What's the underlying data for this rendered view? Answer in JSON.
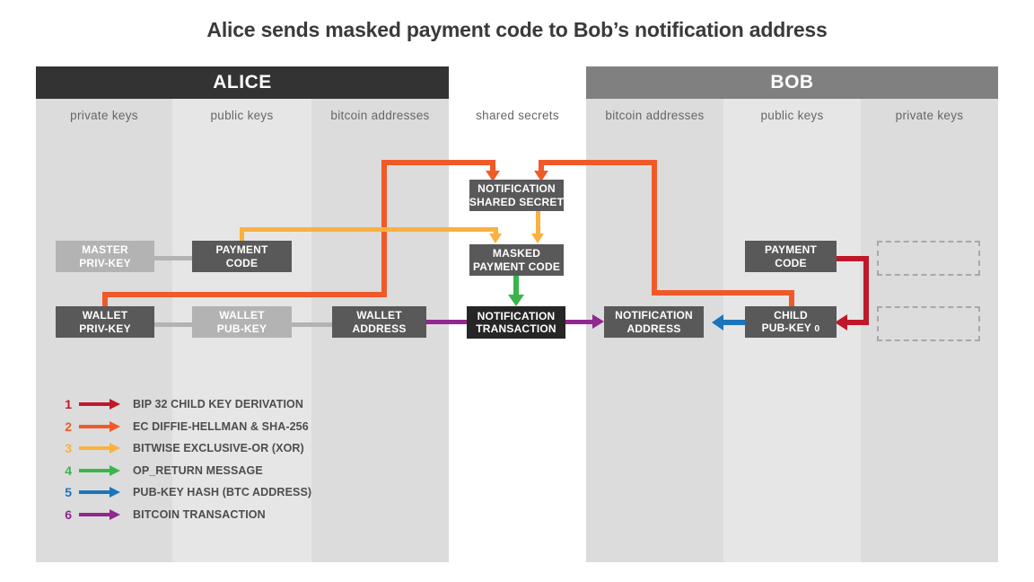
{
  "title": "Alice sends masked payment code to Bob’s notification address",
  "parties": [
    {
      "name": "ALICE",
      "color": "#333333"
    },
    {
      "name": "BOB",
      "color": "#808080"
    }
  ],
  "columns": [
    {
      "label": "private keys",
      "owner": "alice",
      "shade": "#dcdcdc"
    },
    {
      "label": "public keys",
      "owner": "alice",
      "shade": "#e6e6e6"
    },
    {
      "label": "bitcoin addresses",
      "owner": "alice",
      "shade": "#dcdcdc"
    },
    {
      "label": "shared secrets",
      "owner": "shared",
      "shade": "#ffffff"
    },
    {
      "label": "bitcoin addresses",
      "owner": "bob",
      "shade": "#dcdcdc"
    },
    {
      "label": "public keys",
      "owner": "bob",
      "shade": "#e6e6e6"
    },
    {
      "label": "private keys",
      "owner": "bob",
      "shade": "#dcdcdc"
    }
  ],
  "nodes": {
    "master_priv_key": {
      "line1": "MASTER",
      "line2": "PRIV-KEY",
      "style": "pale"
    },
    "payment_code_alice": {
      "line1": "PAYMENT",
      "line2": "CODE",
      "style": "dark"
    },
    "wallet_priv_key": {
      "line1": "WALLET",
      "line2": "PRIV-KEY",
      "style": "dark"
    },
    "wallet_pub_key": {
      "line1": "WALLET",
      "line2": "PUB-KEY",
      "style": "pale"
    },
    "wallet_address": {
      "line1": "WALLET",
      "line2": "ADDRESS",
      "style": "dark"
    },
    "notification_shared_secret": {
      "line1": "NOTIFICATION",
      "line2": "SHARED SECRET",
      "style": "dark"
    },
    "masked_payment_code": {
      "line1": "MASKED",
      "line2": "PAYMENT CODE",
      "style": "dark"
    },
    "notification_transaction": {
      "line1": "NOTIFICATION",
      "line2": "TRANSACTION",
      "style": "black"
    },
    "notification_address": {
      "line1": "NOTIFICATION",
      "line2": "ADDRESS",
      "style": "dark"
    },
    "payment_code_bob": {
      "line1": "PAYMENT",
      "line2": "CODE",
      "style": "dark"
    },
    "child_pub_key_0": {
      "line1": "CHILD",
      "line2": "PUB-KEY",
      "index": "0",
      "style": "dark"
    }
  },
  "legend": [
    {
      "num": "1",
      "label": "BIP 32 CHILD KEY DERIVATION",
      "color": "#c0182b"
    },
    {
      "num": "2",
      "label": "EC DIFFIE-HELLMAN & SHA-256",
      "color": "#f05a28"
    },
    {
      "num": "3",
      "label": "BITWISE EXCLUSIVE-OR (XOR)",
      "color": "#fbb040"
    },
    {
      "num": "4",
      "label": "OP_RETURN MESSAGE",
      "color": "#39b54a"
    },
    {
      "num": "5",
      "label": "PUB-KEY HASH (BTC ADDRESS)",
      "color": "#1b75bc"
    },
    {
      "num": "6",
      "label": "BITCOIN TRANSACTION",
      "color": "#92278f"
    }
  ],
  "palette": {
    "gray_connector": "#b3b3b3",
    "node_dark": "#595959",
    "node_black": "#262626",
    "node_pale": "#b3b3b3",
    "ghost_border": "#a8a8a8",
    "title_text": "#3a3a3a",
    "colhead_text": "#666666"
  }
}
